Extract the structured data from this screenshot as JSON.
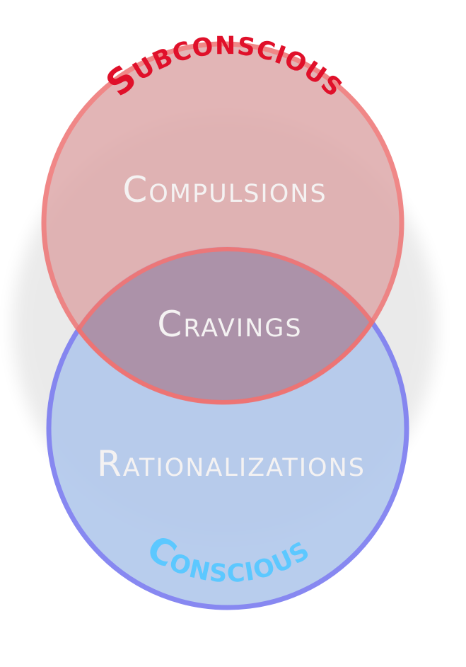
{
  "diagram": {
    "type": "venn",
    "sets": [
      {
        "label": "Subconscious",
        "inner_label": "Compulsions",
        "fill": "#dea9aa",
        "stroke": "#ee7373",
        "label_color": "#e0102a"
      },
      {
        "label": "Conscious",
        "inner_label": "Rationalizations",
        "fill": "#b3c9ec",
        "stroke": "#7d7ef0",
        "label_color": "#5cc8ff"
      }
    ],
    "intersection_label": "Cravings",
    "intersection_fill": "#a890a8"
  }
}
